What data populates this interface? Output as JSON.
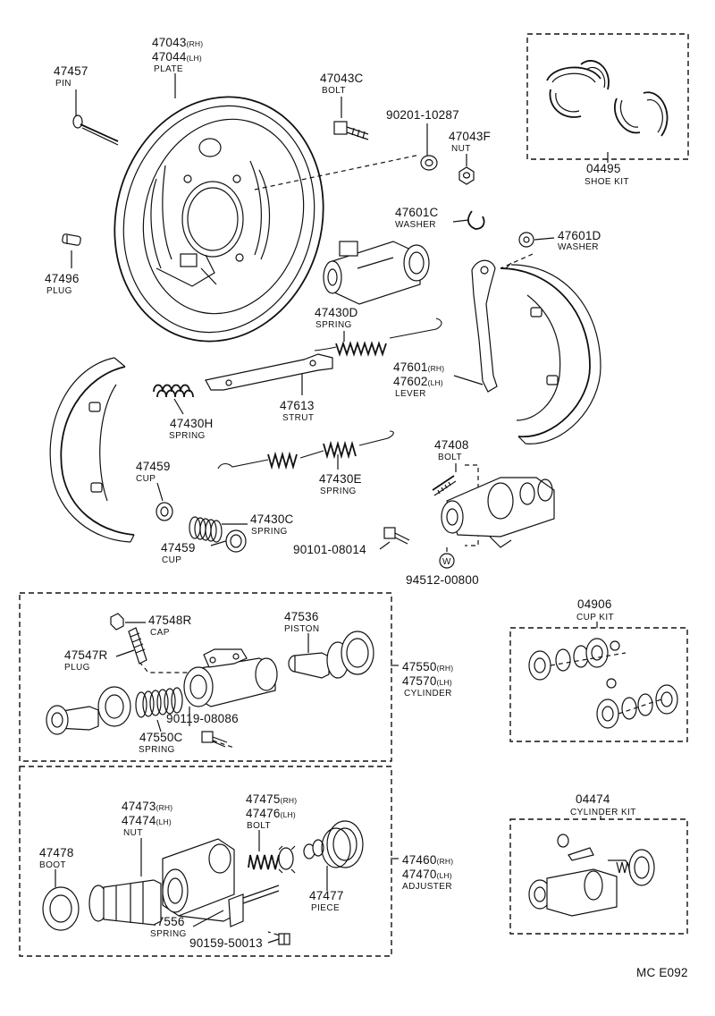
{
  "parts": {
    "plate": {
      "num1": "47043",
      "suf1": "(RH)",
      "num2": "47044",
      "suf2": "(LH)",
      "name": "PLATE"
    },
    "pin": {
      "num": "47457",
      "name": "PIN"
    },
    "bolt_c": {
      "num": "47043C",
      "name": "BOLT"
    },
    "p90201": {
      "num": "90201-10287"
    },
    "nut_f": {
      "num": "47043F",
      "name": "NUT"
    },
    "shoe_kit": {
      "num": "04495",
      "name": "SHOE KIT"
    },
    "washer_c": {
      "num": "47601C",
      "name": "WASHER"
    },
    "washer_d": {
      "num": "47601D",
      "name": "WASHER"
    },
    "plug_496": {
      "num": "47496",
      "name": "PLUG"
    },
    "spring_d": {
      "num": "47430D",
      "name": "SPRING"
    },
    "lever": {
      "num1": "47601",
      "suf1": "(RH)",
      "num2": "47602",
      "suf2": "(LH)",
      "name": "LEVER"
    },
    "strut": {
      "num": "47613",
      "name": "STRUT"
    },
    "spring_h": {
      "num": "47430H",
      "name": "SPRING"
    },
    "bolt_408": {
      "num": "47408",
      "name": "BOLT"
    },
    "cup_459a": {
      "num": "47459",
      "name": "CUP"
    },
    "spring_e": {
      "num": "47430E",
      "name": "SPRING"
    },
    "spring_c": {
      "num": "47430C",
      "name": "SPRING"
    },
    "cup_459b": {
      "num": "47459",
      "name": "CUP"
    },
    "p90101": {
      "num": "90101-08014"
    },
    "p94512": {
      "num": "94512-00800"
    },
    "cap": {
      "num": "47548R",
      "name": "CAP"
    },
    "piston": {
      "num": "47536",
      "name": "PISTON"
    },
    "plug_547": {
      "num": "47547R",
      "name": "PLUG"
    },
    "cylinder": {
      "num1": "47550",
      "suf1": "(RH)",
      "num2": "47570",
      "suf2": "(LH)",
      "name": "CYLINDER"
    },
    "p90119": {
      "num": "90119-08086"
    },
    "spring_550c": {
      "num": "47550C",
      "name": "SPRING"
    },
    "cup_kit": {
      "num": "04906",
      "name": "CUP KIT"
    },
    "nut_473": {
      "num1": "47473",
      "suf1": "(RH)",
      "num2": "47474",
      "suf2": "(LH)",
      "name": "NUT"
    },
    "bolt_475": {
      "num1": "47475",
      "suf1": "(RH)",
      "num2": "47476",
      "suf2": "(LH)",
      "name": "BOLT"
    },
    "boot": {
      "num": "47478",
      "name": "BOOT"
    },
    "piece": {
      "num": "47477",
      "name": "PIECE"
    },
    "adjuster": {
      "num1": "47460",
      "suf1": "(RH)",
      "num2": "47470",
      "suf2": "(LH)",
      "name": "ADJUSTER"
    },
    "spring_556": {
      "num": "47556",
      "name": "SPRING"
    },
    "p90159": {
      "num": "90159-50013"
    },
    "cyl_kit": {
      "num": "04474",
      "name": "CYLINDER KIT"
    }
  },
  "marker_w": "W",
  "footer": {
    "code": "MC  E092"
  }
}
